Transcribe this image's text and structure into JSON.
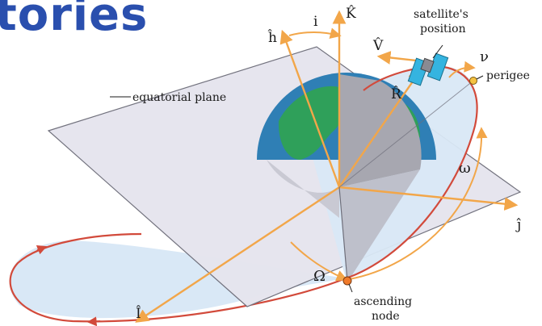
{
  "slide": {
    "title_fragment": "tories"
  },
  "labels": {
    "equatorial_plane": "equatorial plane",
    "satellite_position_line1": "satellite's",
    "satellite_position_line2": "position",
    "perigee": "perigee",
    "ascending_node_line1": "ascending",
    "ascending_node_line2": "node"
  },
  "symbols": {
    "h": "ĥ",
    "i": "i",
    "K": "K̂",
    "V": "V̂",
    "R": "R̂",
    "nu": "ν",
    "omega": "ω",
    "Omega": "Ω",
    "I": "Î",
    "J": "ĵ"
  },
  "colors": {
    "title": "#2a4fae",
    "plane_fill": "#e6e5ee",
    "plane_stroke": "#6e6e7a",
    "orbit_fill": "#d9e8f6",
    "orbit_stroke": "#d24a3b",
    "axis": "#f2a649",
    "globe_ocean": "#2f7fb5",
    "globe_land": "#2fa05a",
    "globe_cut": "#a7a7b0"
  }
}
